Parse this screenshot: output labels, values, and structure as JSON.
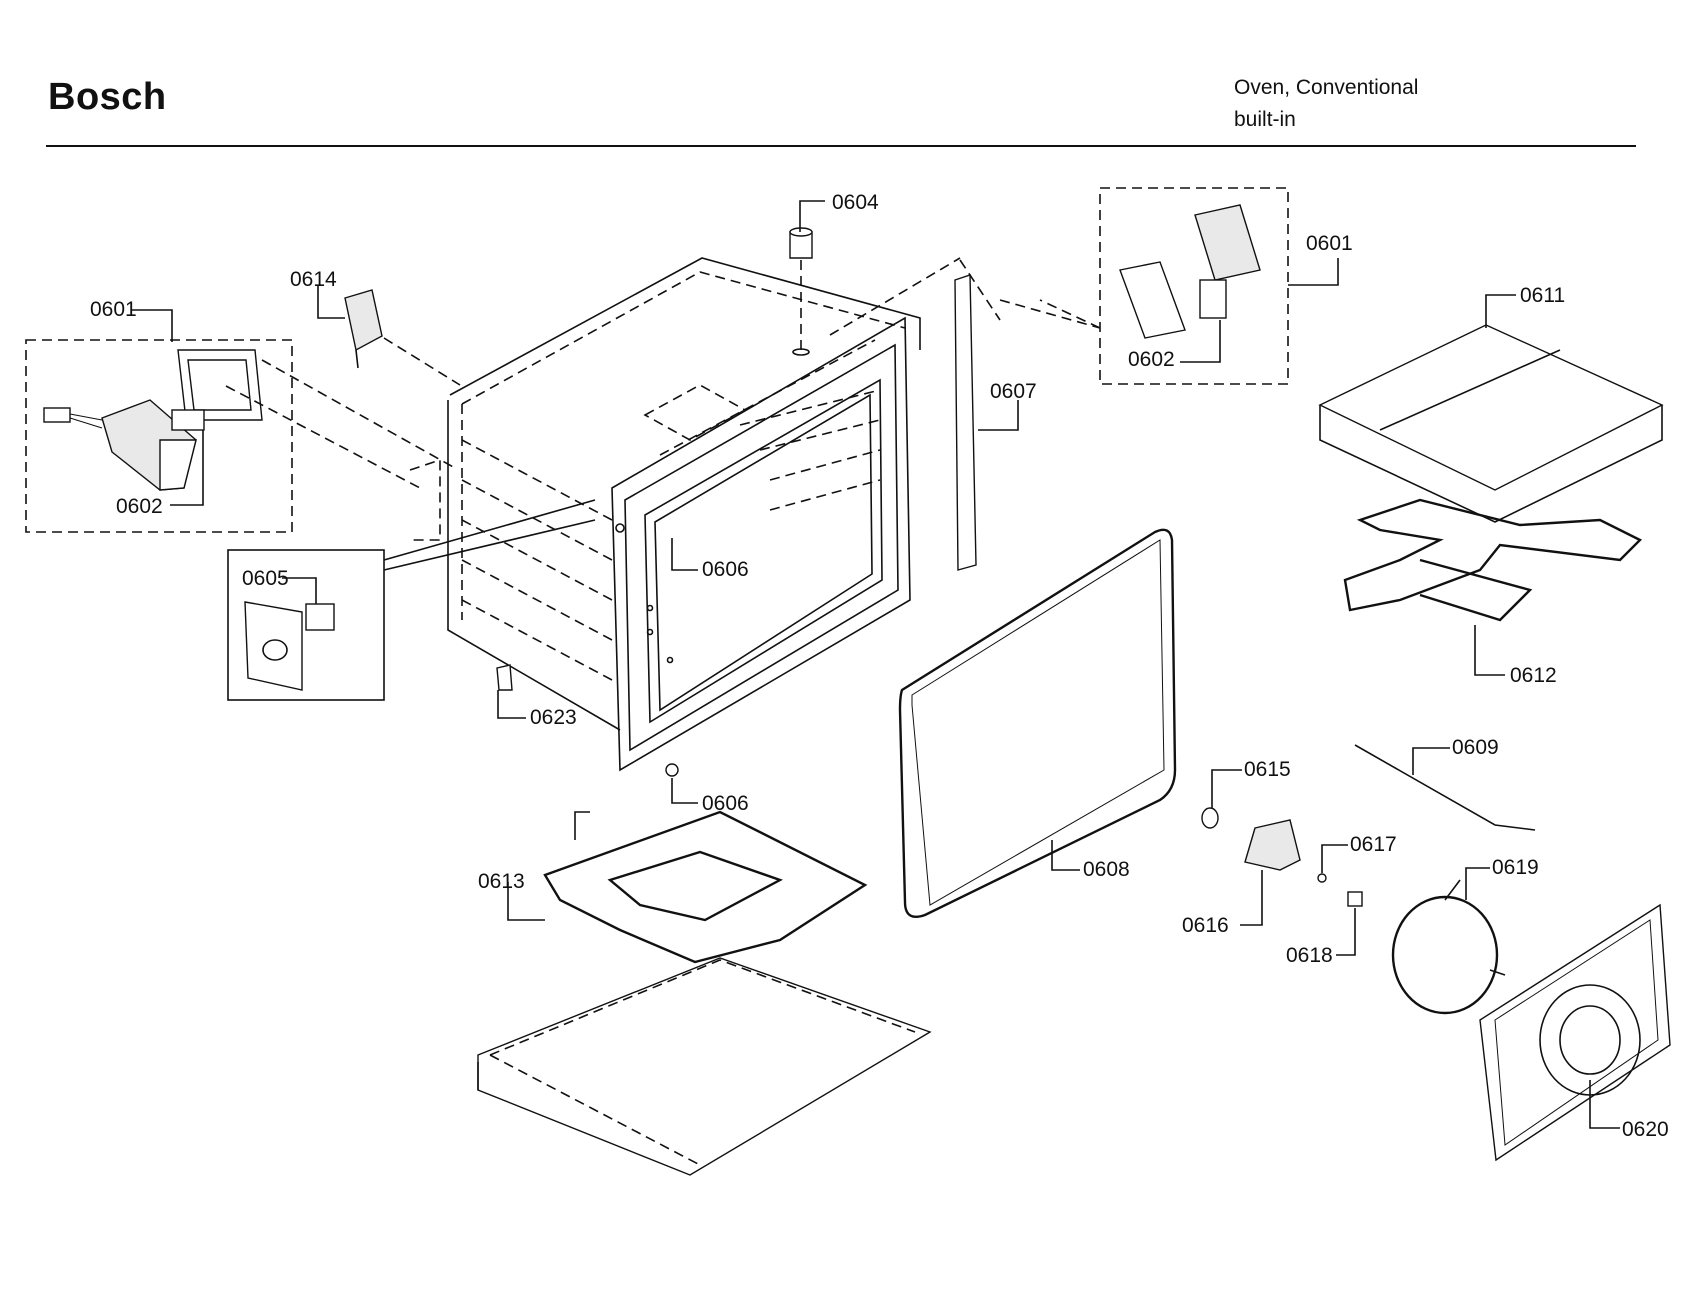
{
  "header": {
    "brand": "Bosch",
    "title_line1": "Oven, Conventional",
    "title_line2": "built-in"
  },
  "parts": {
    "p0601_left": "0601",
    "p0601_right": "0601",
    "p0602_left": "0602",
    "p0602_right": "0602",
    "p0604": "0604",
    "p0605": "0605",
    "p0606_upper": "0606",
    "p0606_lower": "0606",
    "p0607": "0607",
    "p0608": "0608",
    "p0609": "0609",
    "p0611": "0611",
    "p0612": "0612",
    "p0613": "0613",
    "p0614": "0614",
    "p0615": "0615",
    "p0616": "0616",
    "p0617": "0617",
    "p0618": "0618",
    "p0619": "0619",
    "p0620": "0620",
    "p0623": "0623"
  }
}
